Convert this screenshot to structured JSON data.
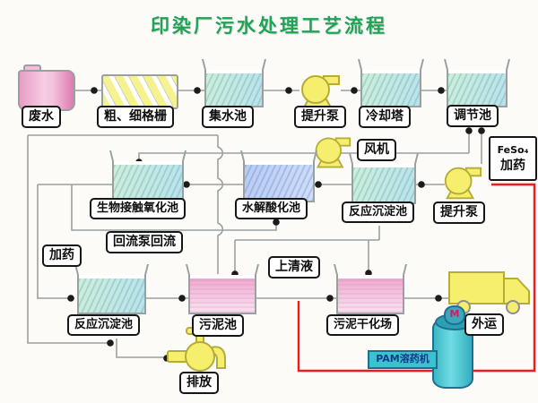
{
  "title": {
    "text": "印染厂污水处理工艺流程"
  },
  "nodes": {
    "wastewater": {
      "label": "废水"
    },
    "screen_grid": {
      "label": "粗、细格栅"
    },
    "collecting_pool": {
      "label": "集水池"
    },
    "lift_pump_top": {
      "label": "提升泵"
    },
    "cooling_tower": {
      "label": "冷却塔"
    },
    "regulating_pool": {
      "label": "调节池"
    },
    "fan": {
      "label": "风机"
    },
    "feso4_dosing": {
      "line1": "FeSo₄",
      "line2": "加药"
    },
    "bio_contact_oxidation_pool": {
      "label": "生物接触氧化池"
    },
    "hydrolysis_acidification_pool": {
      "label": "水解酸化池"
    },
    "reaction_sedimentation_pool_mid": {
      "label": "反应沉淀池"
    },
    "lift_pump_mid": {
      "label": "提升泵"
    },
    "dosing": {
      "label": "加药"
    },
    "reflux_pump_return": {
      "label": "回流泵回流"
    },
    "supernatant": {
      "label": "上清液"
    },
    "reaction_sedimentation_pool_low": {
      "label": "反应沉淀池"
    },
    "sludge_pool": {
      "label": "污泥池"
    },
    "sludge_drying_field": {
      "label": "污泥干化场"
    },
    "outward_transport": {
      "label": "外运"
    },
    "pam_dissolver": {
      "label": "PAM溶药机",
      "motor_letter": "M"
    },
    "discharge": {
      "label": "排放"
    }
  },
  "colors": {
    "title_green": "#1fa356",
    "line_gray": "#9aa0a0",
    "dot_black": "#1b1b1b",
    "dosing_line_red": "#ee1c1c",
    "pump_yellow": "#f6ee6d",
    "water_cyan": "#c2e8e0",
    "water_blue": "#bfd3f3",
    "sludge_pink": "#efb4d5",
    "pam_cyan": "#38c3cf"
  }
}
